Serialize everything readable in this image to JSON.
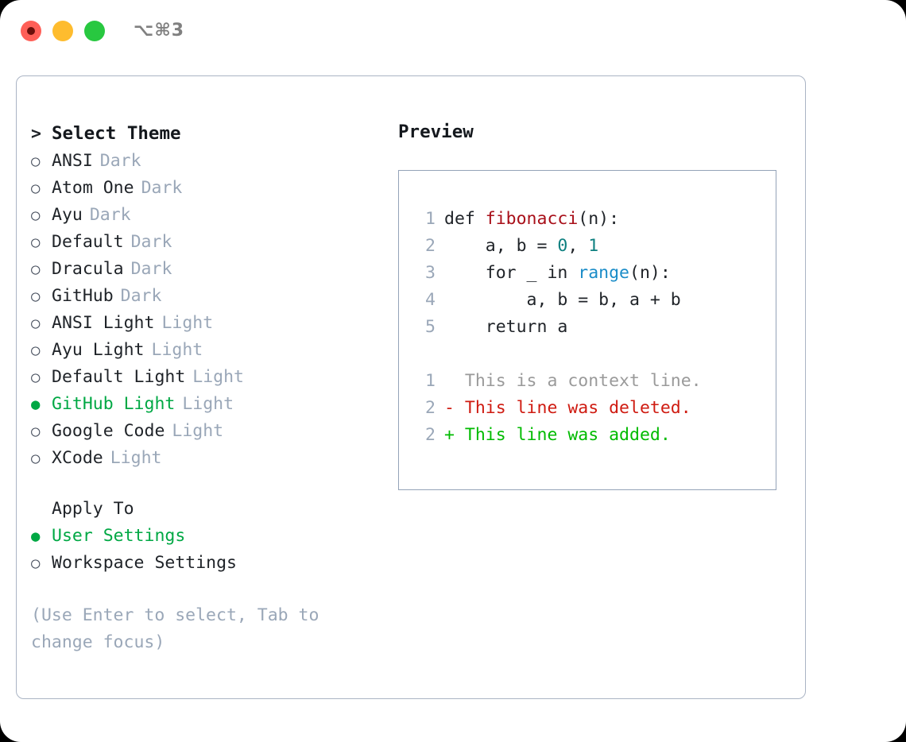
{
  "titlebar": {
    "shortcut": "⌥⌘3",
    "buttons": {
      "close": "close-button",
      "minimize": "minimize-button",
      "maximize": "maximize-button"
    }
  },
  "left": {
    "header": {
      "caret": ">",
      "label": "Select Theme"
    },
    "bullet_unselected": "○",
    "bullet_selected": "●",
    "themes": [
      {
        "bullet": "○",
        "label": "ANSI",
        "tag": "Dark",
        "selected": false
      },
      {
        "bullet": "○",
        "label": "Atom One",
        "tag": "Dark",
        "selected": false
      },
      {
        "bullet": "○",
        "label": "Ayu",
        "tag": "Dark",
        "selected": false
      },
      {
        "bullet": "○",
        "label": "Default",
        "tag": "Dark",
        "selected": false
      },
      {
        "bullet": "○",
        "label": "Dracula",
        "tag": "Dark",
        "selected": false
      },
      {
        "bullet": "○",
        "label": "GitHub",
        "tag": "Dark",
        "selected": false
      },
      {
        "bullet": "○",
        "label": "ANSI Light",
        "tag": "Light",
        "selected": false
      },
      {
        "bullet": "○",
        "label": "Ayu Light",
        "tag": "Light",
        "selected": false
      },
      {
        "bullet": "○",
        "label": "Default Light",
        "tag": "Light",
        "selected": false
      },
      {
        "bullet": "●",
        "label": "GitHub Light",
        "tag": "Light",
        "selected": true
      },
      {
        "bullet": "○",
        "label": "Google Code",
        "tag": "Light",
        "selected": false
      },
      {
        "bullet": "○",
        "label": "XCode",
        "tag": "Light",
        "selected": false
      }
    ],
    "apply_to": {
      "header": "Apply To",
      "options": [
        {
          "bullet": "●",
          "label": "User Settings",
          "selected": true
        },
        {
          "bullet": "○",
          "label": "Workspace Settings",
          "selected": false
        }
      ]
    },
    "hint": "(Use Enter to select, Tab to change focus)"
  },
  "right": {
    "title": "Preview",
    "code_lines": [
      {
        "number": "1",
        "tokens": [
          {
            "text": "def ",
            "kind": "plain"
          },
          {
            "text": "fibonacci",
            "kind": "fn"
          },
          {
            "text": "(n):",
            "kind": "plain"
          }
        ]
      },
      {
        "number": "2",
        "tokens": [
          {
            "text": "    a, b = ",
            "kind": "plain"
          },
          {
            "text": "0",
            "kind": "num"
          },
          {
            "text": ", ",
            "kind": "plain"
          },
          {
            "text": "1",
            "kind": "num"
          }
        ]
      },
      {
        "number": "3",
        "tokens": [
          {
            "text": "    for _ in ",
            "kind": "plain"
          },
          {
            "text": "range",
            "kind": "call"
          },
          {
            "text": "(n):",
            "kind": "plain"
          }
        ]
      },
      {
        "number": "4",
        "tokens": [
          {
            "text": "        a, b = b, a + b",
            "kind": "plain"
          }
        ]
      },
      {
        "number": "5",
        "tokens": [
          {
            "text": "    return a",
            "kind": "plain"
          }
        ]
      }
    ],
    "diff_lines": [
      {
        "number": "1",
        "marker": "  ",
        "text": "  This is a context line.",
        "kind": "ctx"
      },
      {
        "number": "2",
        "marker": "- ",
        "text": "- This line was deleted.",
        "kind": "del"
      },
      {
        "number": "2",
        "marker": "+ ",
        "text": "+ This line was added.",
        "kind": "add"
      }
    ]
  },
  "colors": {
    "accent_green": "#00a844",
    "muted": "#9aa7b8",
    "diff_delete": "#cf1b11",
    "diff_add": "#00bb00",
    "token_function": "#a80f19",
    "token_number": "#0e8080",
    "token_call": "#1a8cc8",
    "border": "#94a3b8",
    "traffic_red": "#ff5f57",
    "traffic_yellow": "#febc2e",
    "traffic_green": "#28c840"
  }
}
